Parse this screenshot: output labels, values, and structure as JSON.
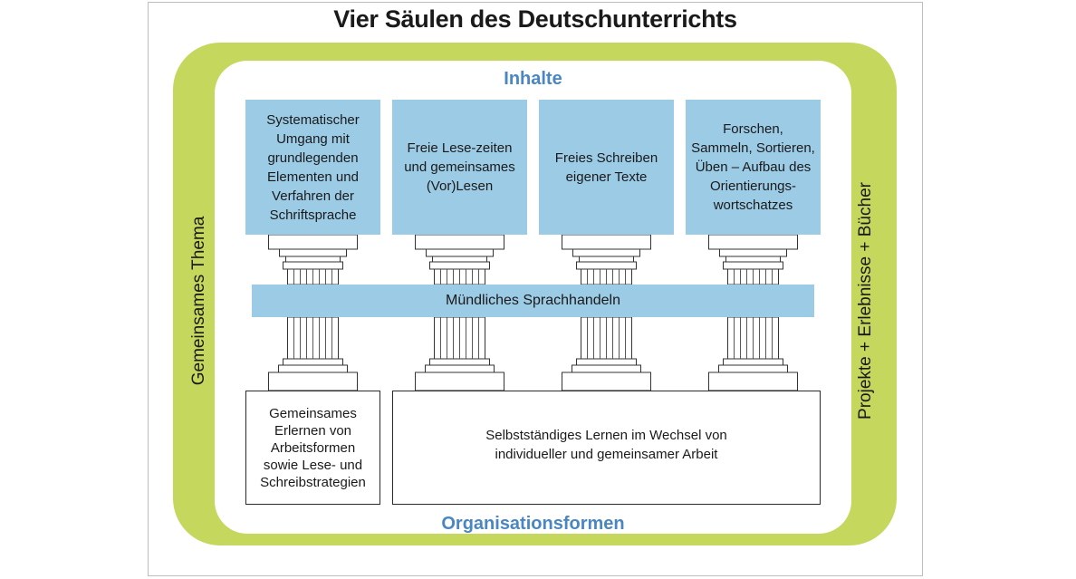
{
  "diagram": {
    "title": "Vier Säulen des Deutschunterrichts",
    "top_label": "Inhalte",
    "bottom_label": "Organisationsformen",
    "left_label": "Gemeinsames Thema",
    "right_label": "Projekte + Erlebnisse + Bücher",
    "pillars": [
      {
        "text": "Systematischer Umgang mit grundlegenden Elementen und Verfahren der Schriftsprache"
      },
      {
        "text": "Freie Lese-zeiten und gemeinsames (Vor)Lesen"
      },
      {
        "text": "Freies Schreiben eigener Texte"
      },
      {
        "text": "Forschen, Sammeln, Sortieren, Üben – Aufbau des Orientierungs-wortschatzes"
      }
    ],
    "band": "Mündliches Sprachhandeln",
    "base_left": "Gemeinsames Erlernen von Arbeitsformen sowie Lese- und Schreibstrategien",
    "base_right": "Selbstständiges Lernen im Wechsel von individueller und gemeinsamer Arbeit"
  },
  "colors": {
    "green": "#c5d75d",
    "blue_box": "#9ccbe6",
    "heading_blue": "#4a86c2"
  }
}
